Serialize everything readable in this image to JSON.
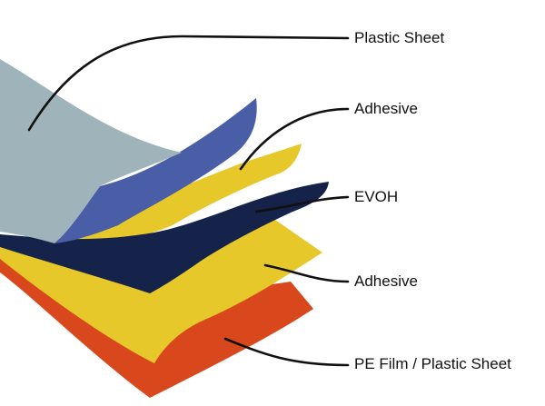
{
  "layers": [
    {
      "id": "plastic-sheet-top",
      "label": "Plastic Sheet",
      "color": "#9fb3bb"
    },
    {
      "id": "adhesive-top",
      "label": "Adhesive",
      "color": "#4a5ea8"
    },
    {
      "id": "evoh",
      "label": "EVOH",
      "color": "#15234a"
    },
    {
      "id": "adhesive-bottom",
      "label": "Adhesive",
      "color": "#e6c82a"
    },
    {
      "id": "pe-film",
      "label": "PE Film / Plastic Sheet",
      "color": "#d9481c"
    }
  ],
  "colors": {
    "yellow_layer": "#e6c82a",
    "leader_line": "#111111"
  }
}
